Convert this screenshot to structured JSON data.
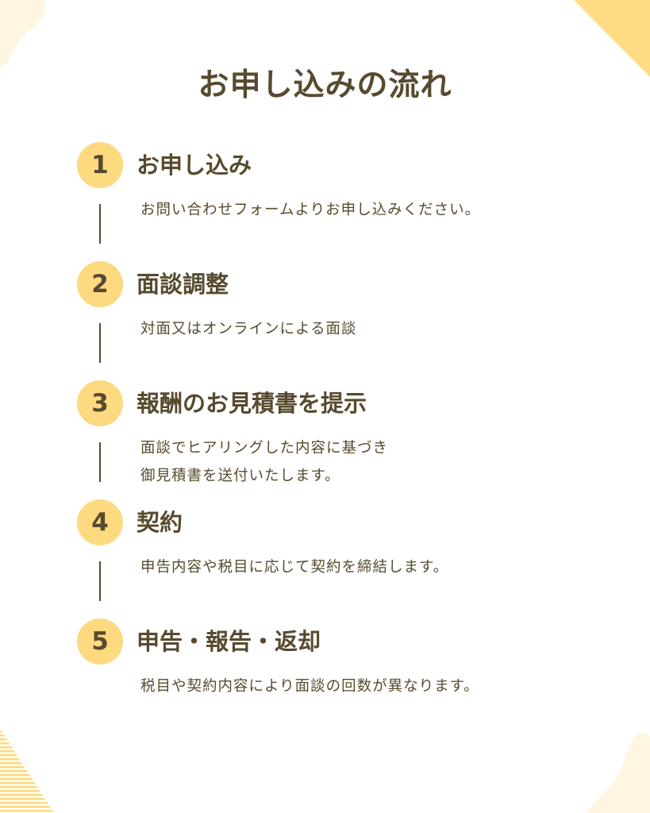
{
  "title": "お申し込みの流れ",
  "colors": {
    "text": "#574a2e",
    "accent": "#fdd97f",
    "cream": "#fef5e2"
  },
  "steps": [
    {
      "number": "1",
      "title": "お申し込み",
      "lines": [
        "お問い合わせフォームよりお申し込みください。"
      ]
    },
    {
      "number": "2",
      "title": "面談調整",
      "lines": [
        "対面又はオンラインによる面談"
      ]
    },
    {
      "number": "3",
      "title": "報酬のお見積書を提示",
      "lines": [
        "面談でヒアリングした内容に基づき",
        "御見積書を送付いたします。"
      ]
    },
    {
      "number": "4",
      "title": "契約",
      "lines": [
        "申告内容や税目に応じて契約を締結します。"
      ]
    },
    {
      "number": "5",
      "title": "申告・報告・返却",
      "lines": [
        "税目や契約内容により面談の回数が異なります。"
      ]
    }
  ]
}
